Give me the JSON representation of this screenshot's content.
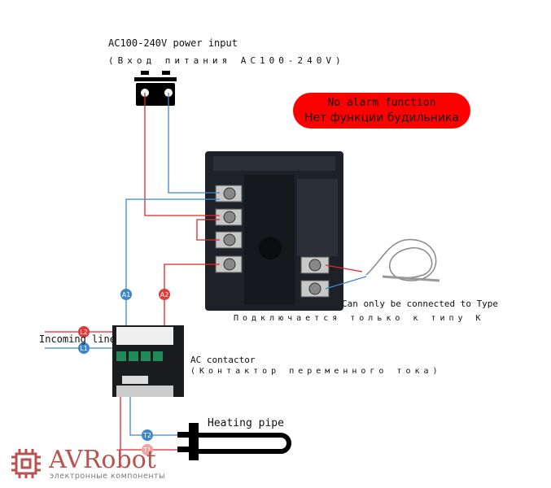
{
  "power": {
    "title": "AC100-240V power input",
    "subtitle": "(Вход питания AC100-240V)"
  },
  "alarm": {
    "en": "No alarm function",
    "ru": "Нет функции будильника"
  },
  "sensor": {
    "en": "Can only be connected to Type",
    "ru": "Подключается только к типу K"
  },
  "contactor": {
    "en": "AC contactor",
    "ru": "(Контактор переменного тока)"
  },
  "incoming_line": "Incoming line",
  "heating_pipe": "Heating pipe",
  "labels": {
    "a1": "A1",
    "a2": "A2",
    "l1": "L1",
    "l2": "L2",
    "t1": "T1",
    "t2": "T2"
  },
  "logo": {
    "name": "AVRobot",
    "tagline": "электронные компоненты"
  },
  "colors": {
    "live": "#e0262a",
    "neutral": "#3f86c8",
    "badge_red": "#e23a3a",
    "badge_blue": "#3f86c8",
    "alarm_bg": "#ff0000"
  }
}
